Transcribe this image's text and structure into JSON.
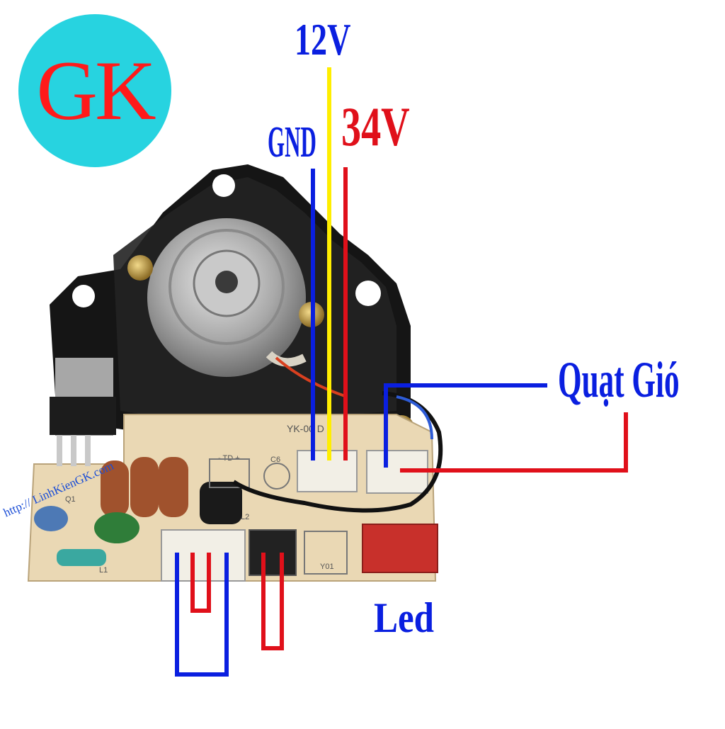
{
  "logo": {
    "text": "GK",
    "bg_color": "#27d3e0",
    "text_color": "#ff1a1a"
  },
  "labels": {
    "v12": "12V",
    "v34": "34V",
    "gnd": "GND",
    "fan": "Quạt Gió",
    "led": "Led"
  },
  "board": {
    "silkscreen": "YK-00 D",
    "components": {
      "q1": "Q1",
      "l1": "L1",
      "l2": "L2",
      "c6": "C6",
      "td": "- TD +",
      "y01": "Y01"
    }
  },
  "watermark": "http:// LinhKienGK.com",
  "colors": {
    "blue": "#0a1fe0",
    "red": "#e0101a",
    "yellow": "#ffee00",
    "board": "#ead8b4",
    "bracket": "#1b1b1b"
  }
}
